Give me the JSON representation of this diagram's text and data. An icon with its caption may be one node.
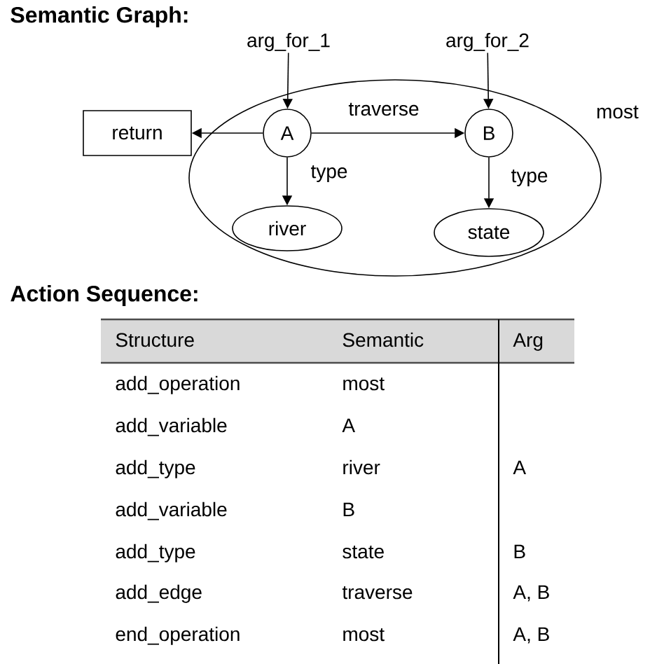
{
  "diagram": {
    "nodes": [
      {
        "text": [
          "most"
        ]
      },
      {
        "text": [
          "A"
        ],
        "in": 0
      },
      {
        "text": [
          "B"
        ],
        "in": 0
      },
      {
        "text": [
          "river"
        ],
        "in": 0
      },
      {
        "text": [
          "state"
        ],
        "in": 0
      },
      {
        "text": [
          "return"
        ]
      },
      {
        "text": [
          "arg_for_1"
        ]
      },
      {
        "text": [
          "arg_for_2"
        ]
      }
    ],
    "edges": [
      {
        "from": 6,
        "to": 1,
        "arrow": "to"
      },
      {
        "from": 7,
        "to": 2,
        "arrow": "to"
      },
      {
        "from": 1,
        "to": 5,
        "arrow": "to"
      },
      {
        "from": 1,
        "to": 2,
        "arrow": "to",
        "label": "traverse"
      },
      {
        "from": 1,
        "to": 3,
        "arrow": "to",
        "label": "type"
      },
      {
        "from": 2,
        "to": 4,
        "arrow": "to",
        "label": "type"
      }
    ],
    "labels": [
      "Semantic Graph:",
      "Action Sequence:",
      "Structure",
      "Semantic",
      "Arg",
      "add_operation",
      "most",
      "add_variable",
      "A",
      "add_type",
      "river",
      "A",
      "add_variable",
      "B",
      "add_type",
      "state",
      "B",
      "add_edge",
      "traverse",
      "A, B",
      "end_operation",
      "most",
      "A, B"
    ]
  }
}
